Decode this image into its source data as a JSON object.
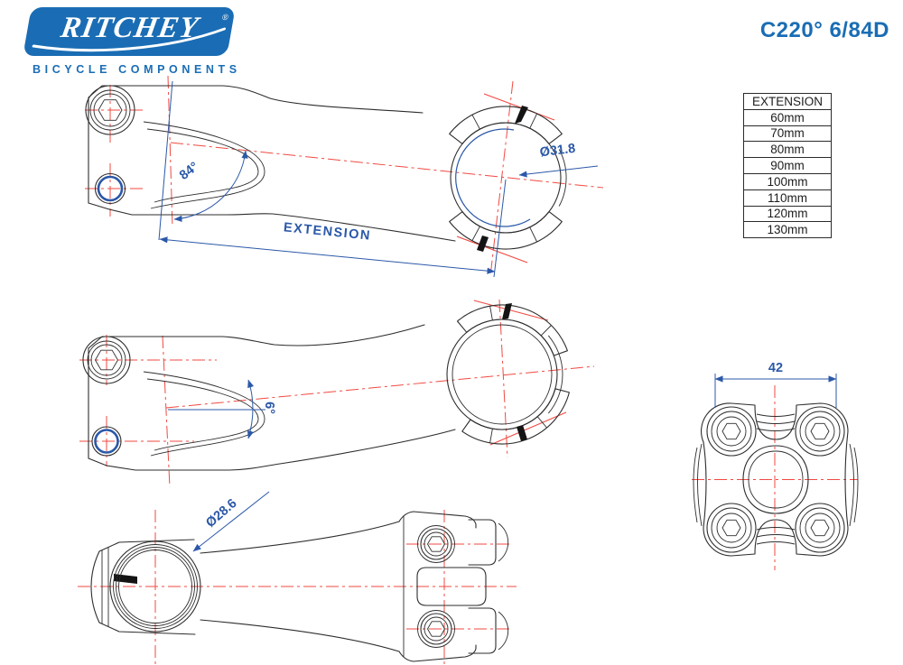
{
  "brand": {
    "name": "RITCHEY",
    "registered": "®",
    "tagline": "BICYCLE COMPONENTS"
  },
  "header": {
    "model": "C220° 6/84D"
  },
  "extension_table": {
    "header": "EXTENSION",
    "rows": [
      "60mm",
      "70mm",
      "80mm",
      "90mm",
      "100mm",
      "110mm",
      "120mm",
      "130mm"
    ]
  },
  "annotations": {
    "steerer_angle": "84°",
    "extension_label": "EXTENSION",
    "bar_clamp_diameter": "Ø31.8",
    "rise_angle": "6°",
    "steerer_diameter": "Ø28.6",
    "faceplate_width": "42"
  },
  "colors": {
    "brand_blue": "#1a6db4",
    "dimension_blue": "#2b58a8",
    "centerline_red": "#f04a42",
    "drawing_black": "#2d2d2d"
  }
}
